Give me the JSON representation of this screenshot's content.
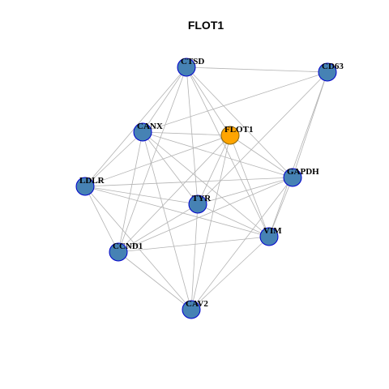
{
  "title": "FLOT1",
  "colors": {
    "node_fill": "#4682B4",
    "node_stroke": "#0000CD",
    "highlight_fill": "#FFA500",
    "highlight_stroke": "#8B6508",
    "edge": "#B3B3B3"
  },
  "nodes": [
    {
      "id": "CTSD",
      "label": "CTSD",
      "highlight": false
    },
    {
      "id": "CD63",
      "label": "CD63",
      "highlight": false
    },
    {
      "id": "CANX",
      "label": "CANX",
      "highlight": false
    },
    {
      "id": "FLOT1",
      "label": "FLOT1",
      "highlight": true
    },
    {
      "id": "GAPDH",
      "label": "GAPDH",
      "highlight": false
    },
    {
      "id": "LDLR",
      "label": "LDLR",
      "highlight": false
    },
    {
      "id": "TYR",
      "label": "TYR",
      "highlight": false
    },
    {
      "id": "VIM",
      "label": "VIM",
      "highlight": false
    },
    {
      "id": "CCND1",
      "label": "CCND1",
      "highlight": false
    },
    {
      "id": "CAV2",
      "label": "CAV2",
      "highlight": false
    }
  ],
  "edges": [
    [
      "CTSD",
      "CD63"
    ],
    [
      "CTSD",
      "CANX"
    ],
    [
      "CTSD",
      "FLOT1"
    ],
    [
      "CTSD",
      "GAPDH"
    ],
    [
      "CTSD",
      "LDLR"
    ],
    [
      "CTSD",
      "TYR"
    ],
    [
      "CTSD",
      "VIM"
    ],
    [
      "CTSD",
      "CCND1"
    ],
    [
      "CD63",
      "CANX"
    ],
    [
      "CD63",
      "GAPDH"
    ],
    [
      "CD63",
      "TYR"
    ],
    [
      "CD63",
      "VIM"
    ],
    [
      "CANX",
      "FLOT1"
    ],
    [
      "CANX",
      "GAPDH"
    ],
    [
      "CANX",
      "LDLR"
    ],
    [
      "CANX",
      "TYR"
    ],
    [
      "CANX",
      "VIM"
    ],
    [
      "CANX",
      "CCND1"
    ],
    [
      "CANX",
      "CAV2"
    ],
    [
      "FLOT1",
      "GAPDH"
    ],
    [
      "FLOT1",
      "LDLR"
    ],
    [
      "FLOT1",
      "TYR"
    ],
    [
      "FLOT1",
      "VIM"
    ],
    [
      "FLOT1",
      "CCND1"
    ],
    [
      "FLOT1",
      "CAV2"
    ],
    [
      "GAPDH",
      "LDLR"
    ],
    [
      "GAPDH",
      "TYR"
    ],
    [
      "GAPDH",
      "VIM"
    ],
    [
      "GAPDH",
      "CCND1"
    ],
    [
      "GAPDH",
      "CAV2"
    ],
    [
      "LDLR",
      "TYR"
    ],
    [
      "LDLR",
      "VIM"
    ],
    [
      "LDLR",
      "CCND1"
    ],
    [
      "LDLR",
      "CAV2"
    ],
    [
      "TYR",
      "VIM"
    ],
    [
      "TYR",
      "CCND1"
    ],
    [
      "TYR",
      "CAV2"
    ],
    [
      "VIM",
      "CCND1"
    ],
    [
      "VIM",
      "CAV2"
    ],
    [
      "CCND1",
      "CAV2"
    ]
  ]
}
